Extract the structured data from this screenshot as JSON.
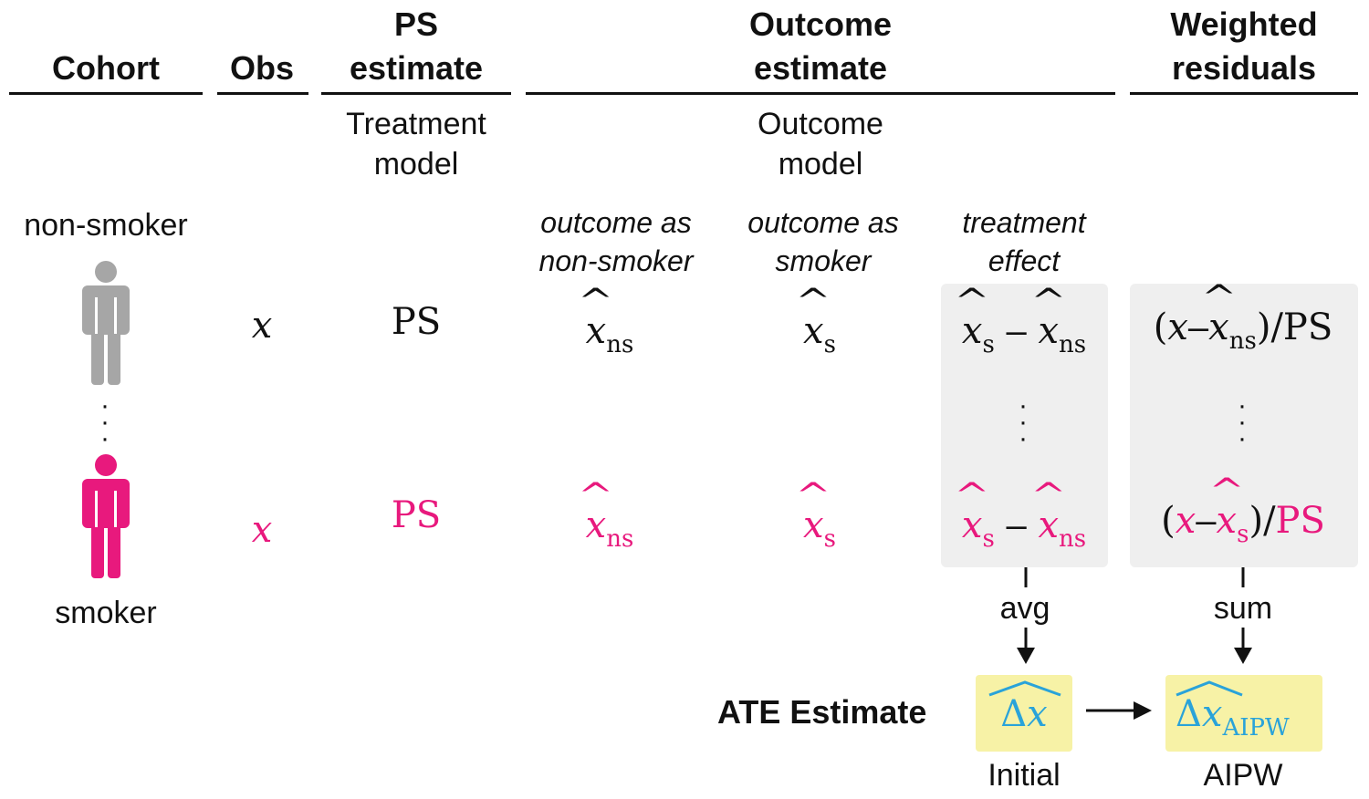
{
  "headers": {
    "cohort": "Cohort",
    "obs": "Obs",
    "ps_line1": "PS",
    "ps_line2": "estimate",
    "outcome_line1": "Outcome",
    "outcome_line2": "estimate",
    "weighted_line1": "Weighted",
    "weighted_line2": "residuals"
  },
  "models": {
    "treatment_line1": "Treatment",
    "treatment_line2": "model",
    "outcome_line1": "Outcome",
    "outcome_line2": "model"
  },
  "columns": {
    "ns_line1": "outcome as",
    "ns_line2": "non-smoker",
    "s_line1": "outcome as",
    "s_line2": "smoker",
    "te_line1": "treatment",
    "te_line2": "effect"
  },
  "cohort_labels": {
    "non_smoker": "non-smoker",
    "smoker": "smoker"
  },
  "math": {
    "obs_var": "x",
    "ps": "PS",
    "xhat": "x",
    "sub_ns": "ns",
    "sub_s": "s",
    "minus": "–",
    "slash": "/",
    "lparen": "(",
    "rparen": ")",
    "delta": "Δ",
    "sub_aipw": "AIPW"
  },
  "aggregation": {
    "avg": "avg",
    "sum": "sum"
  },
  "result": {
    "ate_label": "ATE Estimate",
    "initial_label": "Initial",
    "aipw_label": "AIPW"
  },
  "colors": {
    "text": "#111111",
    "smoker": "#e8197d",
    "non_smoker": "#a6a6a6",
    "estimate": "#2aa3d9",
    "box_gray": "#efefef",
    "box_yellow": "#f7f2a6"
  }
}
